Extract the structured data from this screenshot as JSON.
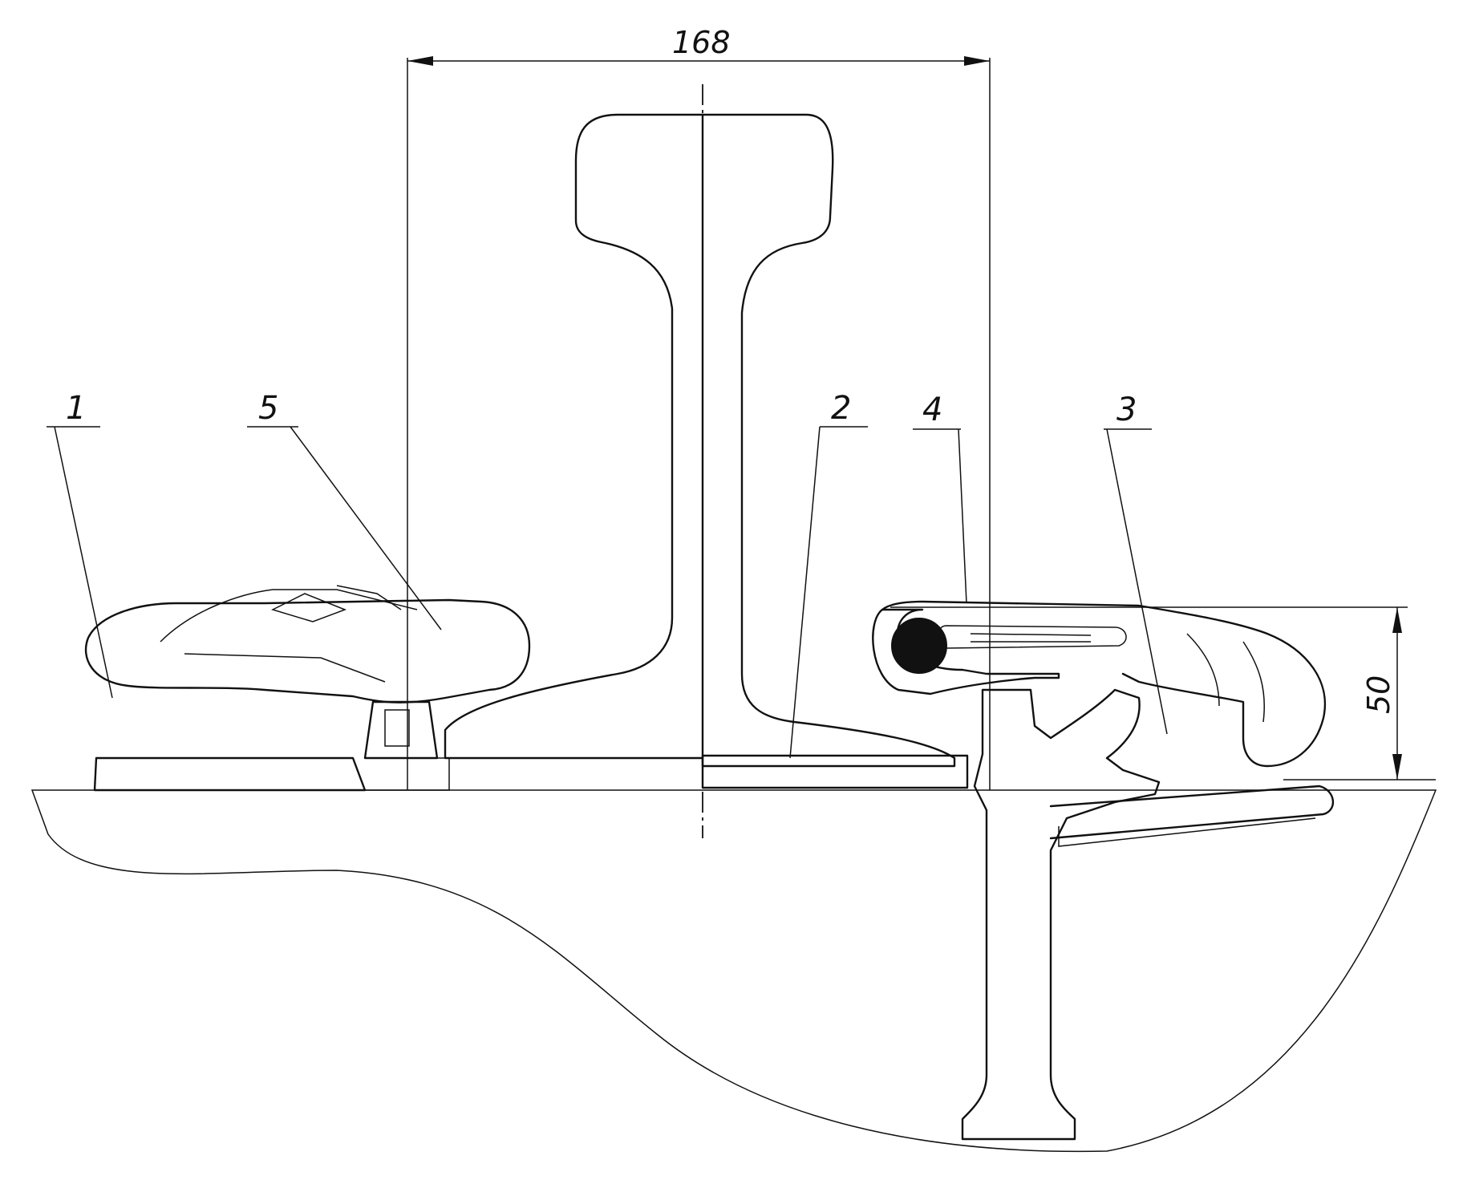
{
  "dimensions": {
    "width_label": "168",
    "height_label": "50"
  },
  "callouts": [
    "1",
    "5",
    "2",
    "4",
    "3"
  ],
  "colors": {
    "ink": "#111111",
    "paper": "#ffffff"
  }
}
